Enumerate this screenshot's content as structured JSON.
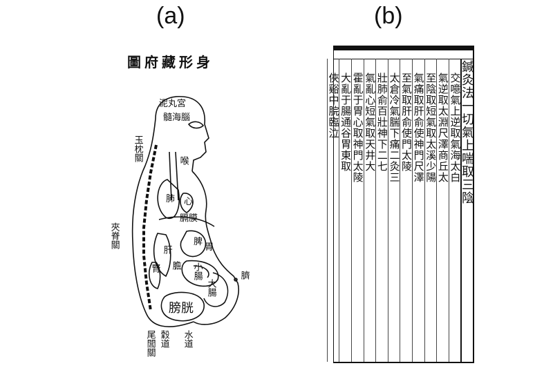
{
  "labels": {
    "a": "(a)",
    "b": "(b)"
  },
  "figure_a": {
    "title": "圖府藏形身",
    "organs": {
      "niwan": "泥丸宮",
      "suihai": "髓海腦",
      "yuzhen": "玉枕關",
      "hou": "喉",
      "fei": "肺",
      "xin": "心",
      "gehuang": "膈膜",
      "pi": "脾",
      "wei": "胃",
      "gan": "肝",
      "shen": "腎",
      "dan": "膽",
      "xiaochang": "小腸",
      "dachang": "大腸",
      "pangguang": "膀胱",
      "jiaji": "夾脊關",
      "qi": "臍",
      "weilu": "尾閭關",
      "gudao": "穀道",
      "shuidao": "水道"
    }
  },
  "text_b": {
    "heading": "鍼灸法",
    "columns": [
      "鍼灸法一切氣上喘取三陰",
      "交噫氣上逆取氣海太白",
      "氣逆取太淵尺澤商丘太",
      "至陰取短氣取太溪少陽",
      "氣痛取肝俞使神門尺澤",
      "至氣取肝俞使門太陵",
      "太倉冷氣腨下痛二灸三",
      "壯肺俞百壯神下二七",
      "氣亂心短氣取天井大",
      "霍亂于胃心取神門太陵",
      "大亂于腸通谷胃東取",
      "俠谿中脘臨泣"
    ]
  }
}
